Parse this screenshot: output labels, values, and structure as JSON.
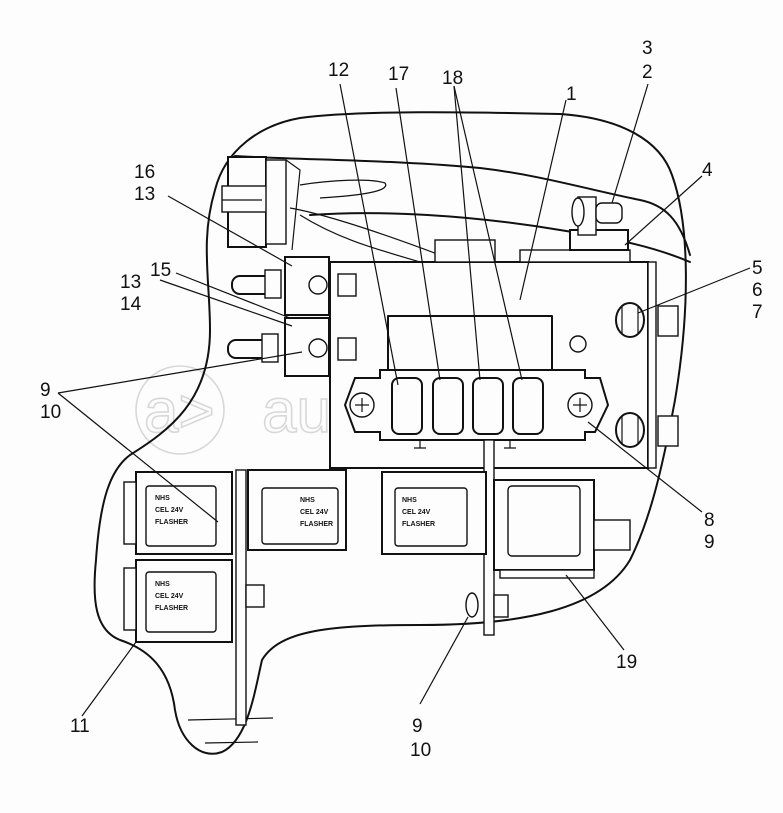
{
  "figure": {
    "type": "exploded assembly diagram",
    "subject": "relay and fuse panel",
    "colors": {
      "line": "#111111",
      "background": "#fcfdfc",
      "watermark": "#d8d8d8"
    }
  },
  "watermark": {
    "text": "autopiter.ru",
    "icon": "a-arrow-logo-icon"
  },
  "callouts": [
    {
      "id": "c12",
      "text": "12"
    },
    {
      "id": "c17",
      "text": "17"
    },
    {
      "id": "c18",
      "text": "18"
    },
    {
      "id": "c1",
      "text": "1"
    },
    {
      "id": "c3",
      "text": "3"
    },
    {
      "id": "c2",
      "text": "2"
    },
    {
      "id": "c4",
      "text": "4"
    },
    {
      "id": "c16",
      "text": "16"
    },
    {
      "id": "c13a",
      "text": "13"
    },
    {
      "id": "c15",
      "text": "15"
    },
    {
      "id": "c13b",
      "text": "13"
    },
    {
      "id": "c14",
      "text": "14"
    },
    {
      "id": "c5",
      "text": "5"
    },
    {
      "id": "c6",
      "text": "6"
    },
    {
      "id": "c7",
      "text": "7"
    },
    {
      "id": "c9a",
      "text": "9"
    },
    {
      "id": "c10a",
      "text": "10"
    },
    {
      "id": "c8",
      "text": "8"
    },
    {
      "id": "c9b",
      "text": "9"
    },
    {
      "id": "c19",
      "text": "19"
    },
    {
      "id": "c11",
      "text": "11"
    },
    {
      "id": "c9c",
      "text": "9"
    },
    {
      "id": "c10c",
      "text": "10"
    }
  ],
  "relay_label": {
    "line1": "NHS",
    "line2": "CEL 24V",
    "line3": "FLASHER"
  }
}
